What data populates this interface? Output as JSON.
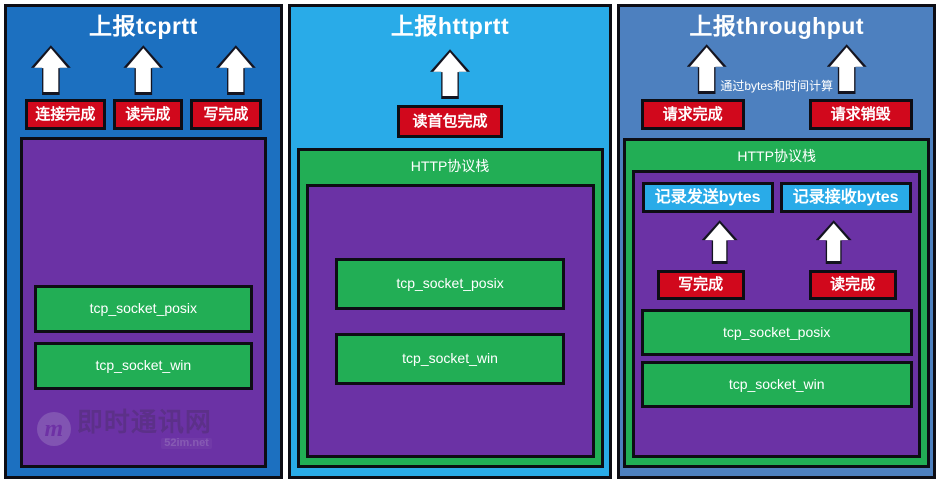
{
  "diagram": {
    "title_hidden": "",
    "colors": {
      "panel_tcprtt_bg": "#1C70C0",
      "panel_httprtt_bg": "#29ABE8",
      "panel_throughput_bg": "#4D80BF",
      "event_box_red": "#D1081C",
      "module_box_green": "#22AE55",
      "layer_box_purple": "#6B32A5",
      "record_box_cyan": "#29ABE8",
      "border": "#0D0D14",
      "arrow_fill": "#FFFFFF",
      "arrow_outline": "#141420"
    },
    "watermark": {
      "logo_letter": "m",
      "brand": "即时通讯网",
      "url": "52im.net"
    },
    "panels": [
      {
        "id": "tcprtt",
        "title": "上报tcprtt",
        "arrows": [
          "arrow-up-icon",
          "arrow-up-icon",
          "arrow-up-icon"
        ],
        "events": [
          "连接完成",
          "读完成",
          "写完成"
        ],
        "modules": [
          "tcp_socket_posix",
          "tcp_socket_win"
        ]
      },
      {
        "id": "httprtt",
        "title": "上报httprtt",
        "arrows": [
          "arrow-up-icon"
        ],
        "events": [
          "读首包完成"
        ],
        "stack_label": "HTTP协议栈",
        "modules": [
          "tcp_socket_posix",
          "tcp_socket_win"
        ]
      },
      {
        "id": "throughput",
        "title": "上报throughput",
        "arrows": [
          "arrow-up-icon",
          "arrow-up-icon"
        ],
        "note": "通过bytes和时间计算",
        "events": [
          "请求完成",
          "请求销毁"
        ],
        "stack_label": "HTTP协议栈",
        "records": [
          "记录发送bytes",
          "记录接收bytes"
        ],
        "inner_arrows": [
          "arrow-up-icon",
          "arrow-up-icon"
        ],
        "inner_events": [
          "写完成",
          "读完成"
        ],
        "modules": [
          "tcp_socket_posix",
          "tcp_socket_win"
        ]
      }
    ]
  }
}
